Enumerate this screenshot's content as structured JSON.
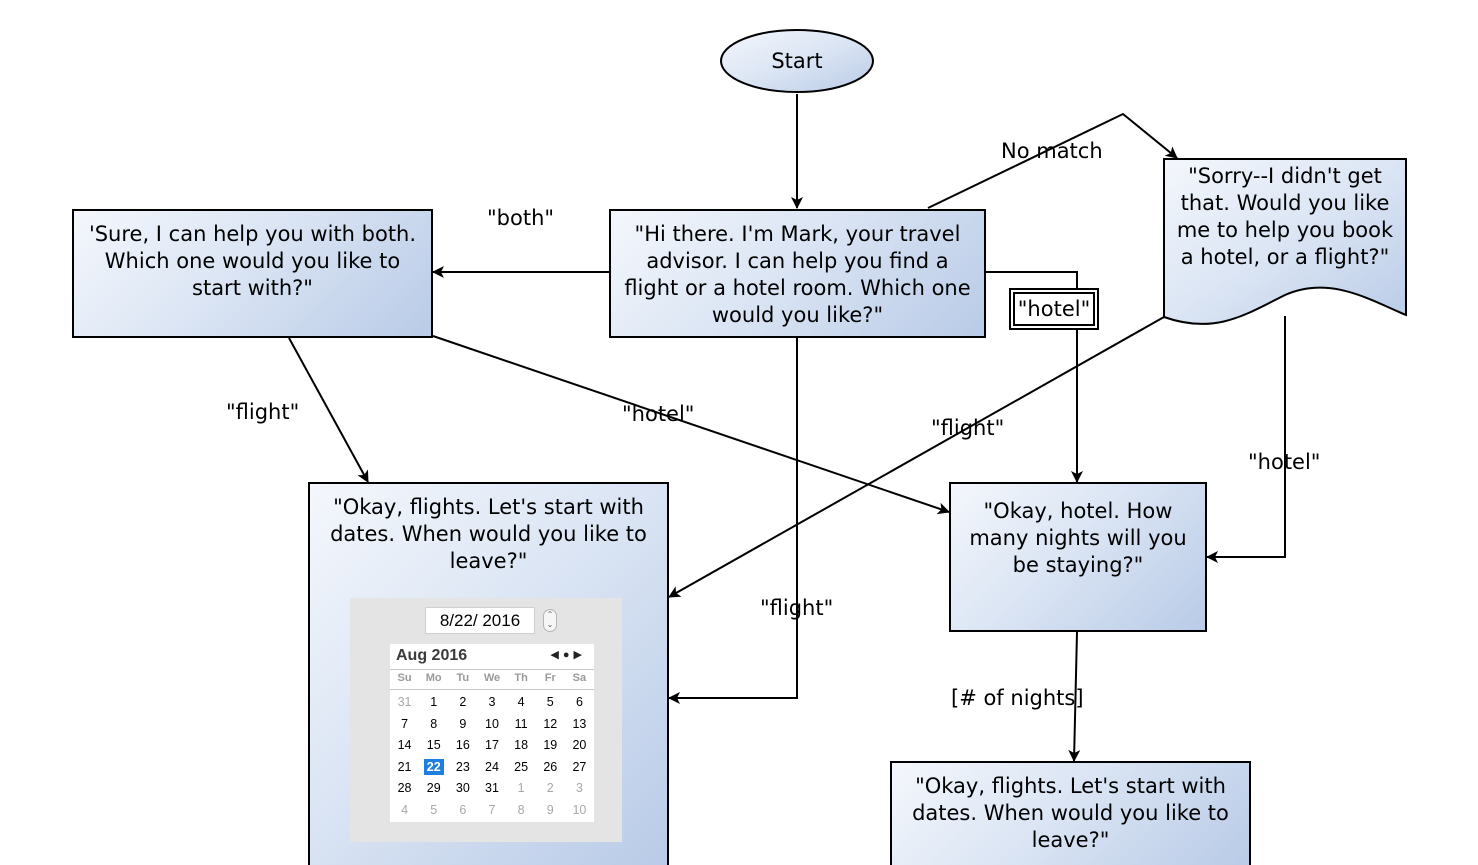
{
  "start": {
    "label": "Start"
  },
  "nodes": {
    "greeting": "\"Hi there.  I'm Mark, your travel advisor.  I can help you find a flight or a hotel room.  Which one would you like?\"",
    "both_reply": "'Sure, I can help you with both.  Which one would you like to start with?\"",
    "sorry": "\"Sorry--I didn't get that.  Would you like me to help you book a hotel, or a flight?\"",
    "flights_dates": "\"Okay, flights.  Let's start with dates.  When would you like to leave?\"",
    "hotel_nights": "\"Okay, hotel.  How many nights will you be staying?\"",
    "flights_dates_2": "\"Okay, flights.  Let's start with dates.  When would you like to leave?\""
  },
  "edge_labels": {
    "both": "\"both\"",
    "no_match": "No match",
    "hotel_boxed": "\"hotel\"",
    "flight_left": "\"flight\"",
    "hotel_center": "\"hotel\"",
    "flight_center": "\"flight\"",
    "hotel_right": "\"hotel\"",
    "flight_bottom": "\"flight\"",
    "nights": "[# of nights]"
  },
  "calendar": {
    "date_value": "8/22/ 2016",
    "month_title": "Aug 2016",
    "nav_icons": [
      "prev-triangle-icon",
      "today-dot-icon",
      "next-triangle-icon"
    ],
    "weekdays": [
      "Su",
      "Mo",
      "Tu",
      "We",
      "Th",
      "Fr",
      "Sa"
    ],
    "weeks": [
      [
        {
          "d": "31",
          "o": true
        },
        {
          "d": "1"
        },
        {
          "d": "2"
        },
        {
          "d": "3"
        },
        {
          "d": "4"
        },
        {
          "d": "5"
        },
        {
          "d": "6"
        }
      ],
      [
        {
          "d": "7"
        },
        {
          "d": "8"
        },
        {
          "d": "9"
        },
        {
          "d": "10"
        },
        {
          "d": "11"
        },
        {
          "d": "12"
        },
        {
          "d": "13"
        }
      ],
      [
        {
          "d": "14"
        },
        {
          "d": "15"
        },
        {
          "d": "16"
        },
        {
          "d": "17"
        },
        {
          "d": "18"
        },
        {
          "d": "19"
        },
        {
          "d": "20"
        }
      ],
      [
        {
          "d": "21"
        },
        {
          "d": "22",
          "s": true
        },
        {
          "d": "23"
        },
        {
          "d": "24"
        },
        {
          "d": "25"
        },
        {
          "d": "26"
        },
        {
          "d": "27"
        }
      ],
      [
        {
          "d": "28"
        },
        {
          "d": "29"
        },
        {
          "d": "30"
        },
        {
          "d": "31"
        },
        {
          "d": "1",
          "o": true
        },
        {
          "d": "2",
          "o": true
        },
        {
          "d": "3",
          "o": true
        }
      ],
      [
        {
          "d": "4",
          "o": true
        },
        {
          "d": "5",
          "o": true
        },
        {
          "d": "6",
          "o": true
        },
        {
          "d": "7",
          "o": true
        },
        {
          "d": "8",
          "o": true
        },
        {
          "d": "9",
          "o": true
        },
        {
          "d": "10",
          "o": true
        }
      ]
    ],
    "selected_color": "#1f7fe0"
  },
  "colors": {
    "node_fill_light": "#f4f7fc",
    "node_fill_dark": "#b9cbe7",
    "stroke": "#000000"
  }
}
